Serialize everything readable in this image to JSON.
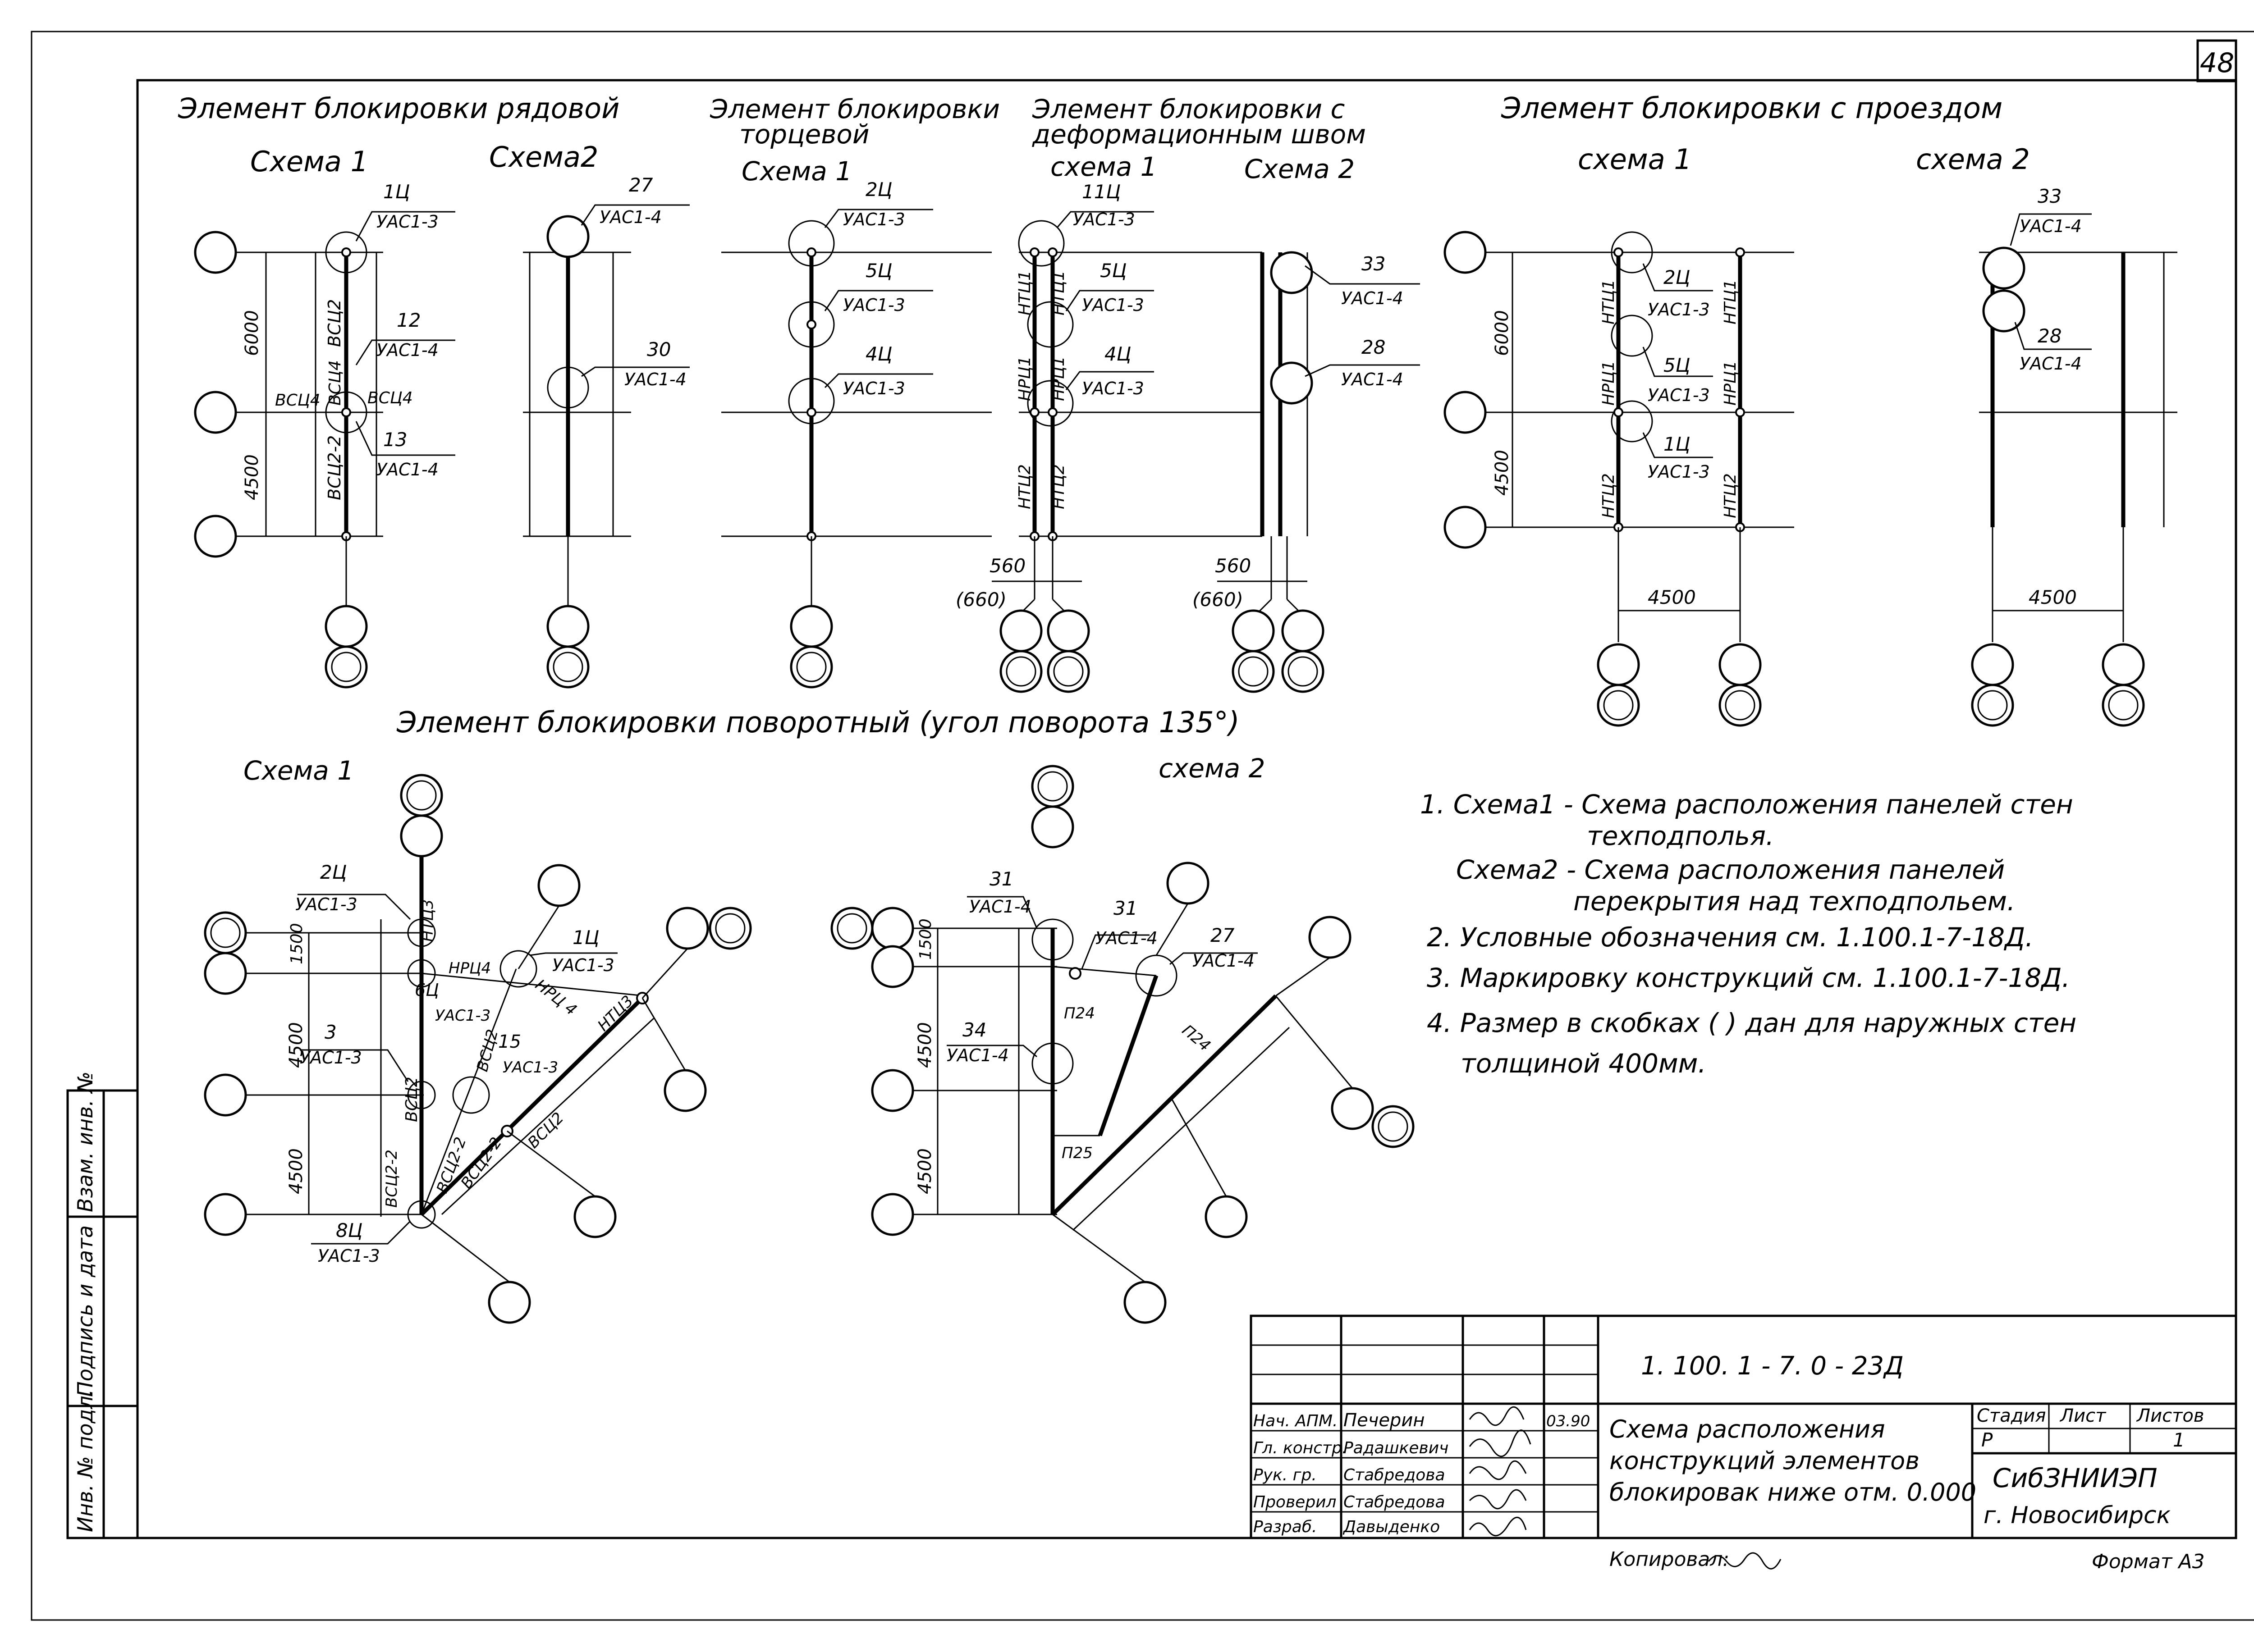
{
  "sheet_number": "48",
  "headings": {
    "row_element": "Элемент блокировки рядовой",
    "end_element": "Элемент блокировки торцевой",
    "end_element_line1": "Элемент блокировки",
    "end_element_line2": "торцевой",
    "deform_element_line1": "Элемент блокировки с",
    "deform_element_line2": "деформационным швом",
    "passage_element": "Элемент блокировки с проездом",
    "turning_element": "Элемент блокировки поворотный (угол поворота 135°)"
  },
  "schemes": {
    "row_s1": "Схема 1",
    "row_s2": "Схема2",
    "end_s1": "Схема 1",
    "deform_s1": "схема 1",
    "deform_s2": "Схема 2",
    "passage_s1": "схема 1",
    "passage_s2": "схема 2",
    "turn_s1": "Схема 1",
    "turn_s2": "схема 2"
  },
  "dimensions": {
    "d6000": "6000",
    "d4500": "4500",
    "d1500": "1500",
    "d560": "560",
    "d660": "(660)"
  },
  "labels": {
    "yac13": "УАС1-3",
    "yac14": "УАС1-4",
    "m1u": "1Ц",
    "m27": "27",
    "m12": "12",
    "m13": "13",
    "m30": "30",
    "m2u": "2Ц",
    "m5u": "5Ц",
    "m4u": "4Ц",
    "m11u": "11Ц",
    "m33": "33",
    "m28": "28",
    "m3": "3",
    "m6u": "6Ц",
    "m15": "15",
    "m8u": "8Ц",
    "m31": "31",
    "m34": "34",
    "vsc2": "ВСЦ2",
    "vsc4": "ВСЦ4",
    "vsc22": "ВСЦ2-2",
    "nt1": "НТЦ1",
    "nt2": "НТЦ2",
    "np1": "НРЦ1",
    "nt3": "НТЦ3",
    "np4": "НРЦ4",
    "p24": "П24",
    "p25": "П25",
    "hrt4": "НРЦ 4"
  },
  "notes": [
    "1. Схема1 - Схема расположения панелей стен",
    "техподполья.",
    "Схема2 - Схема расположения панелей",
    "перекрытия над техподпольем.",
    "2. Условные обозначения см. 1.100.1-7-18Д.",
    "3. Маркировку конструкций см. 1.100.1-7-18Д.",
    "4. Размер в скобках ( ) дан для наружных стен",
    "толщиной 400мм."
  ],
  "title_block": {
    "doc_code": "1. 100. 1 - 7. 0 - 23Д",
    "title_line1": "Схема расположения",
    "title_line2": "конструкций элементов",
    "title_line3": "блокировак ниже отм. 0.000",
    "stage_header": "Стадия",
    "sheet_header": "Лист",
    "sheets_header": "Листов",
    "stage_value": "Р",
    "sheets_value": "1",
    "org_line1": "СибЗНИИЭП",
    "org_line2": "г. Новосибирск",
    "date": "03.90",
    "roles": [
      {
        "role": "Нач. АПМ.",
        "name": "Печерин"
      },
      {
        "role": "Гл. констр.",
        "name": "Радашкевич"
      },
      {
        "role": "Рук. гр.",
        "name": "Стабредова"
      },
      {
        "role": "Проверил",
        "name": "Стабредова"
      },
      {
        "role": "Разраб.",
        "name": "Давыденко"
      }
    ]
  },
  "side_stamp": {
    "inv_podl": "Инв. № подл.",
    "podpis": "Подпись и дата",
    "vzam": "Взам. инв. №"
  },
  "footer": {
    "copied": "Копировал:",
    "format": "Формат А3"
  }
}
